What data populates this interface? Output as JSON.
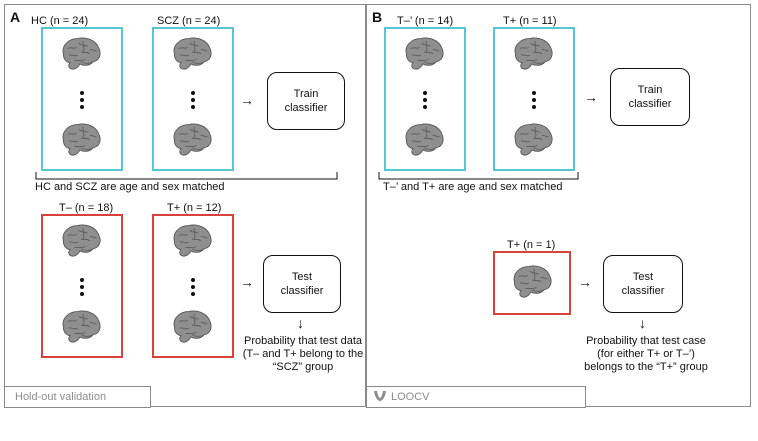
{
  "panelA": {
    "letter": "A",
    "group1_label": "HC (n = 24)",
    "group2_label": "SCZ (n = 24)",
    "train_label_1": "Train",
    "train_label_2": "classifier",
    "match_note": "HC and SCZ are age and sex matched",
    "group3_label": "T– (n = 18)",
    "group4_label": "T+ (n = 12)",
    "test_label_1": "Test",
    "test_label_2": "classifier",
    "prob_line1": "Probability that test data",
    "prob_line2": "(T– and T+ belong to the",
    "prob_line3": "“SCZ” group",
    "footer": "Hold-out validation"
  },
  "panelB": {
    "letter": "B",
    "group1_label": "T–’ (n = 14)",
    "group2_label": "T+ (n = 11)",
    "train_label_1": "Train",
    "train_label_2": "classifier",
    "match_note": "T–’ and T+ are age and sex matched",
    "group3_label": "T+ (n = 1)",
    "test_label_1": "Test",
    "test_label_2": "classifier",
    "prob_line1": "Probability that test case",
    "prob_line2": "(for either T+ or T–’)",
    "prob_line3": "belongs to the “T+” group",
    "footer": "LOOCV"
  },
  "colors": {
    "train_box": "#54c7d3",
    "test_box": "#d8413c",
    "brain": "#8f8f8f"
  },
  "icons": {
    "brain": "brain-icon",
    "ellipsis": "vertical-ellipsis-icon",
    "arrow_right": "arrow-right-icon",
    "arrow_down": "arrow-down-icon",
    "logo": "journal-logo-icon"
  }
}
